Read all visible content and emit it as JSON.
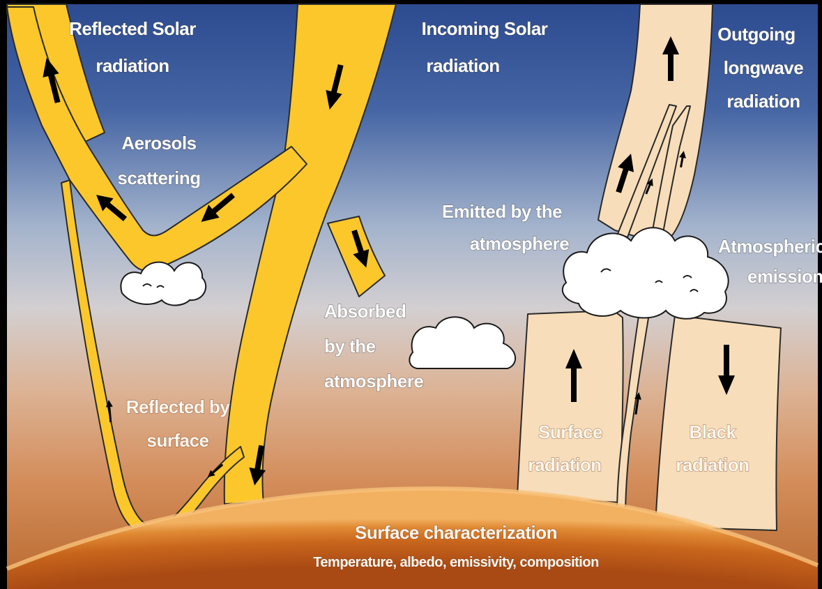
{
  "labels": {
    "reflected_solar": [
      "Reflected Solar",
      "radiation"
    ],
    "incoming_solar": [
      "Incoming Solar",
      "radiation"
    ],
    "outgoing_longwave": [
      "Outgoing",
      "longwave",
      "radiation"
    ],
    "aerosols_scattering": [
      "Aerosols",
      "scattering"
    ],
    "emitted_by_atmosphere": [
      "Emitted by the",
      "atmosphere"
    ],
    "atmospheric_emission": [
      "Atmospheric",
      "emission"
    ],
    "absorbed_by_atmosphere": [
      "Absorbed",
      "by the",
      "atmosphere"
    ],
    "reflected_by_surface": [
      "Reflected by",
      "surface"
    ],
    "surface_radiation": [
      "Surface",
      "radiation"
    ],
    "black_radiation": [
      "Black",
      "radiation"
    ],
    "surface_characterization_title": "Surface characterization",
    "surface_characterization_subtitle": "Temperature, albedo, emissivity, composition"
  },
  "colors": {
    "sky_top": "#2f4f92",
    "sky_mid": "#9db0cc",
    "sky_horizon": "#d79a6b",
    "solar_band": "#fcc72b",
    "longwave_band": "#f7ddb9",
    "planet_surface": "#c56a22",
    "arrow": "#000000"
  },
  "icons": [
    "cloud-icon",
    "arrow-up-icon",
    "arrow-down-icon",
    "arrow-diagonal-icon"
  ]
}
